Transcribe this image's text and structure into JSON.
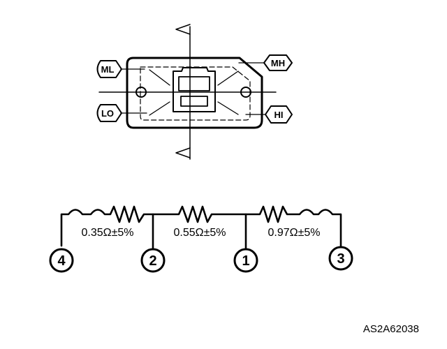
{
  "connector": {
    "labels": {
      "ml": "ML",
      "mh": "MH",
      "lo": "LO",
      "hi": "HI"
    }
  },
  "circuit": {
    "resistors": [
      {
        "value": "0.35Ω±5%"
      },
      {
        "value": "0.55Ω±5%"
      },
      {
        "value": "0.97Ω±5%"
      }
    ],
    "terminals": [
      "4",
      "2",
      "1",
      "3"
    ]
  },
  "figure_code": "AS2A62038"
}
